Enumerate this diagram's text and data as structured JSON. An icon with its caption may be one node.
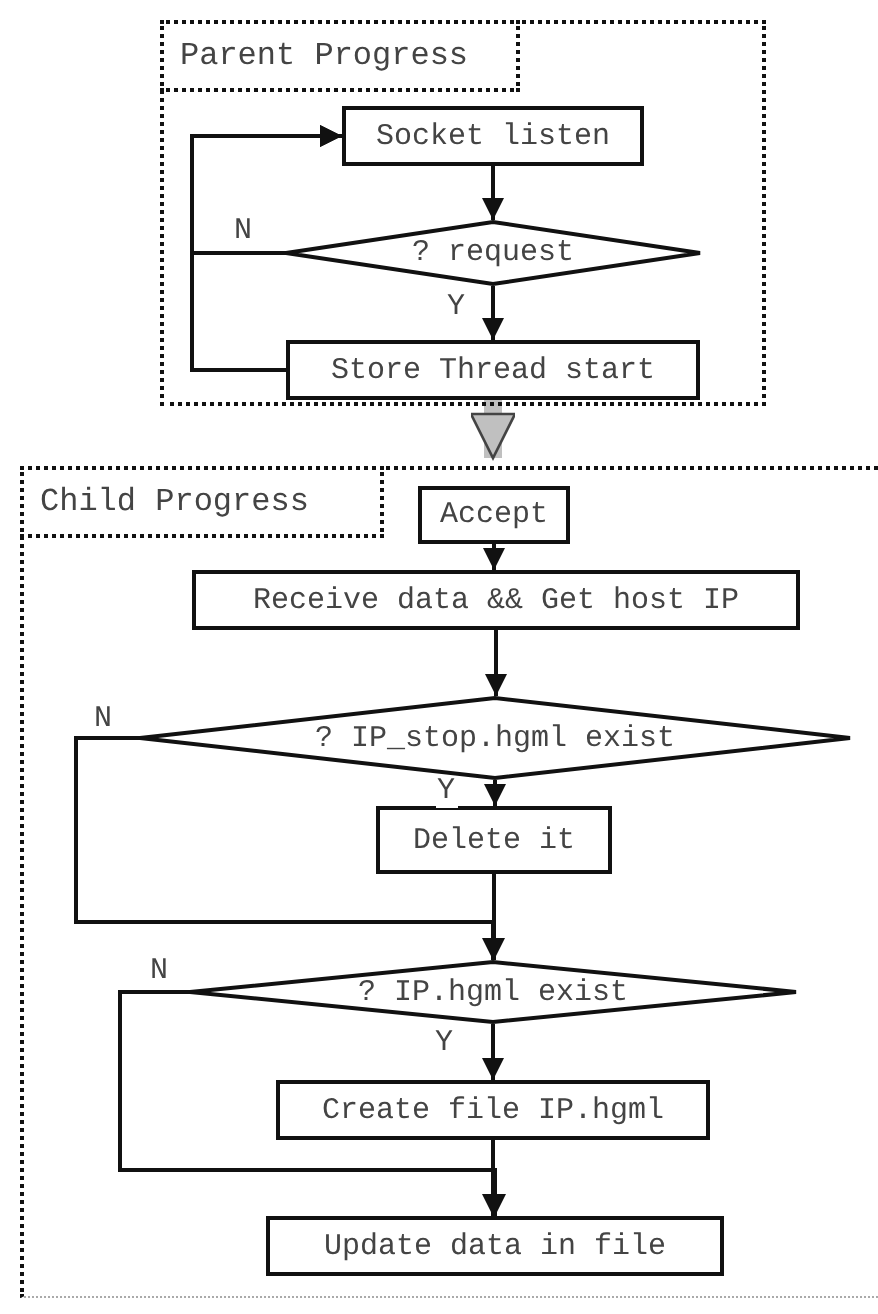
{
  "diagram": {
    "nodes": [
      {
        "text": [],
        "shape": "box"
      },
      {
        "text": [
          "Parent Progress"
        ],
        "in": 0
      },
      {
        "text": [
          "Socket listen"
        ],
        "in": 0
      },
      {
        "text": [
          "? request"
        ],
        "in": 0
      },
      {
        "text": [
          "Store Thread start"
        ],
        "in": 0
      },
      {
        "text": [],
        "shape": "box"
      },
      {
        "text": [
          "Child Progress"
        ],
        "in": 5
      },
      {
        "text": [
          "Accept"
        ],
        "in": 5
      },
      {
        "text": [
          "Receive data && Get host IP"
        ],
        "in": 5
      },
      {
        "text": [
          "? IP_stop.hgml exist"
        ],
        "in": 5
      },
      {
        "text": [
          "Delete it"
        ],
        "in": 5
      },
      {
        "text": [
          "? IP.hgml exist"
        ],
        "in": 5
      },
      {
        "text": [
          "Create file IP.hgml"
        ],
        "in": 5
      },
      {
        "text": [
          "Update data in file"
        ],
        "in": 5
      }
    ],
    "edges": [
      {
        "from": 2,
        "to": 3,
        "arrow": "to"
      },
      {
        "from": 3,
        "to": 4,
        "arrow": "to",
        "label": "Y"
      },
      {
        "from": 3,
        "to": 2,
        "arrow": "to",
        "label": "N"
      },
      {
        "from": 4,
        "to": 2,
        "arrow": "to"
      },
      {
        "from": 4,
        "to": 7,
        "arrow": "to",
        "style": "thick",
        "color": "#c0c0c0"
      },
      {
        "from": 7,
        "to": 8,
        "arrow": "to"
      },
      {
        "from": 8,
        "to": 9,
        "arrow": "to"
      },
      {
        "from": 9,
        "to": 10,
        "arrow": "to",
        "label": "Y"
      },
      {
        "from": 9,
        "to": 11,
        "arrow": "to",
        "label": "N"
      },
      {
        "from": 10,
        "to": 11,
        "arrow": "to"
      },
      {
        "from": 11,
        "to": 12,
        "arrow": "to",
        "label": "Y"
      },
      {
        "from": 11,
        "to": 13,
        "arrow": "to",
        "label": "N"
      },
      {
        "from": 12,
        "to": 13,
        "arrow": "to"
      }
    ]
  }
}
